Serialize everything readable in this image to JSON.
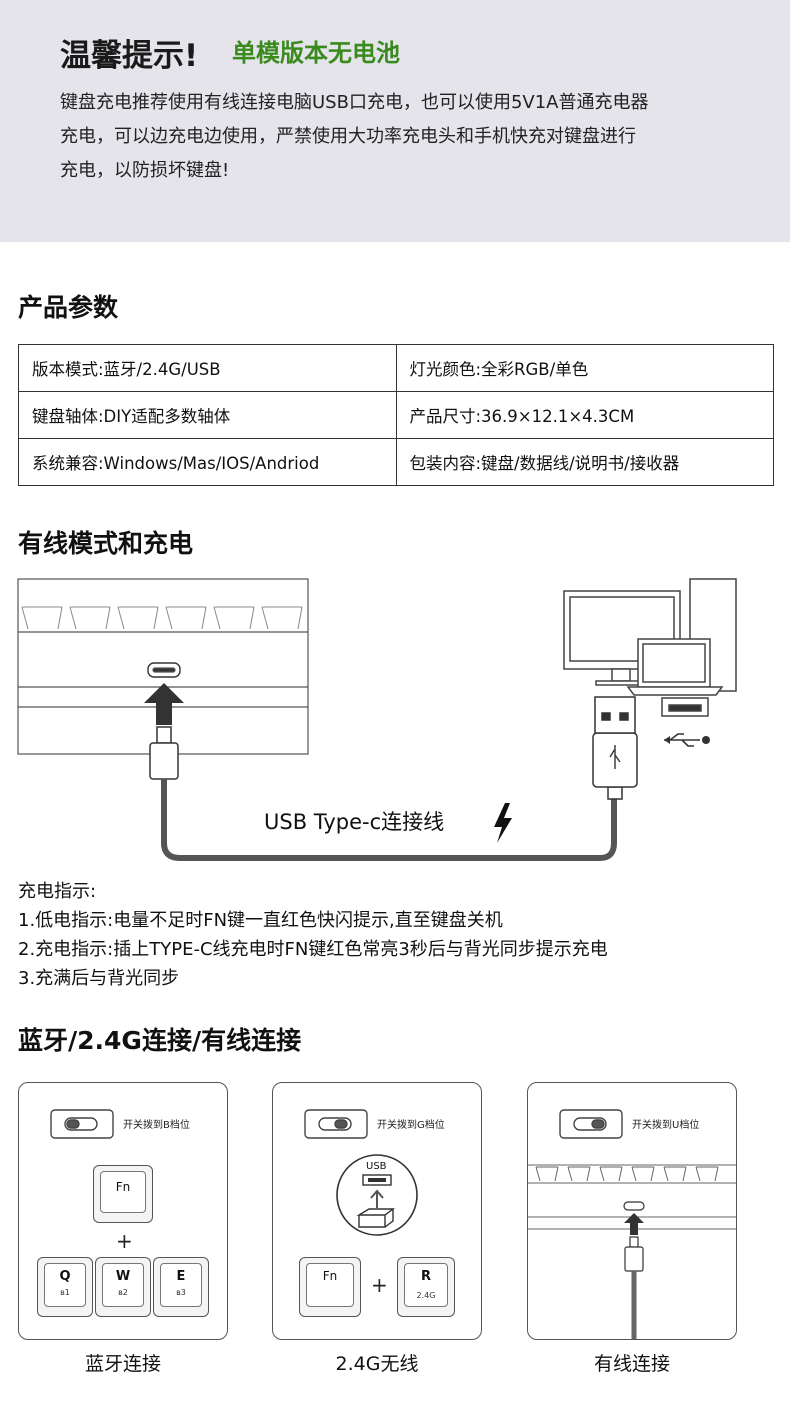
{
  "notice": {
    "title": "温馨提示!",
    "subtitle": "单模版本无电池",
    "lines": [
      "键盘充电推荐使用有线连接电脑USB口充电，也可以使用5V1A普通充电器",
      "充电，可以边充电边使用，严禁使用大功率充电头和手机快充对键盘进行",
      "充电，以防损坏键盘!"
    ]
  },
  "params": {
    "title": "产品参数",
    "rows": [
      [
        "版本模式:蓝牙/2.4G/USB",
        "灯光颜色:全彩RGB/单色"
      ],
      [
        "键盘轴体:DIY适配多数轴体",
        "产品尺寸:36.9×12.1×4.3CM"
      ],
      [
        "系统兼容:Windows/Mas/IOS/Andriod",
        "包装内容:键盘/数据线/说明书/接收器"
      ]
    ]
  },
  "wired": {
    "title": "有线模式和充电",
    "cable_label": "USB Type-c连接线"
  },
  "charge": {
    "heading": "充电指示:",
    "items": [
      "1.低电指示:电量不足时FN键一直红色快闪提示,直至键盘关机",
      "2.充电指示:插上TYPE-C线充电时FN键红色常亮3秒后与背光同步提示充电",
      "3.充满后与背光同步"
    ]
  },
  "connect": {
    "title": "蓝牙/2.4G连接/有线连接",
    "panels": [
      {
        "switch_label": "开关拨到B档位",
        "caption": "蓝牙连接",
        "fn": "Fn",
        "plus": "+",
        "keys": [
          {
            "main": "Q",
            "sub": "1"
          },
          {
            "main": "W",
            "sub": "2"
          },
          {
            "main": "E",
            "sub": "3"
          }
        ]
      },
      {
        "switch_label": "开关拨到G档位",
        "caption": "2.4G无线",
        "usb": "USB",
        "fn": "Fn",
        "plus": "+",
        "key_r": "R",
        "key_r_sub": "2.4G"
      },
      {
        "switch_label": "开关拨到U档位",
        "caption": "有线连接"
      }
    ]
  }
}
